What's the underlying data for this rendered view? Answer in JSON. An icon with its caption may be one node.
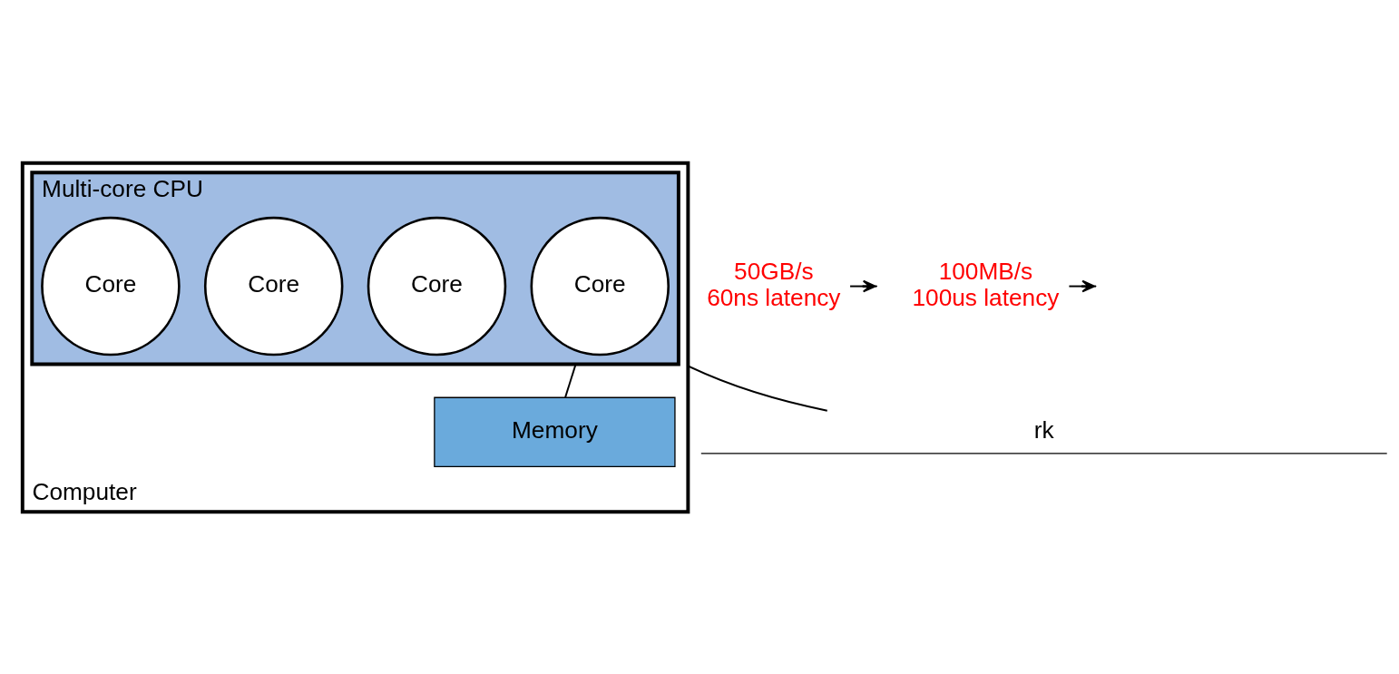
{
  "diagram": {
    "nodes": [
      {
        "text": [
          "Computer"
        ]
      },
      {
        "text": [
          "Multi-core CPU"
        ],
        "in": 0
      },
      {
        "text": [
          "Core"
        ],
        "in": 1
      },
      {
        "text": [
          "Core"
        ],
        "in": 1
      },
      {
        "text": [
          "Core"
        ],
        "in": 1
      },
      {
        "text": [
          "Core"
        ],
        "in": 1
      },
      {
        "text": [
          "Memory"
        ],
        "in": 0
      },
      {
        "text": [
          "rk"
        ]
      },
      {
        "text": [
          "50GB/s",
          "60ns latency"
        ]
      },
      {
        "text": [
          "100MB/s",
          "100us latency"
        ]
      }
    ],
    "edges": [
      {
        "from": 1,
        "to": 6,
        "arrow": "none"
      },
      {
        "from": 0,
        "to": 7,
        "arrow": "none"
      },
      {
        "from": 8,
        "to": null,
        "arrow": "to"
      },
      {
        "from": 9,
        "to": null,
        "arrow": "to"
      }
    ]
  }
}
